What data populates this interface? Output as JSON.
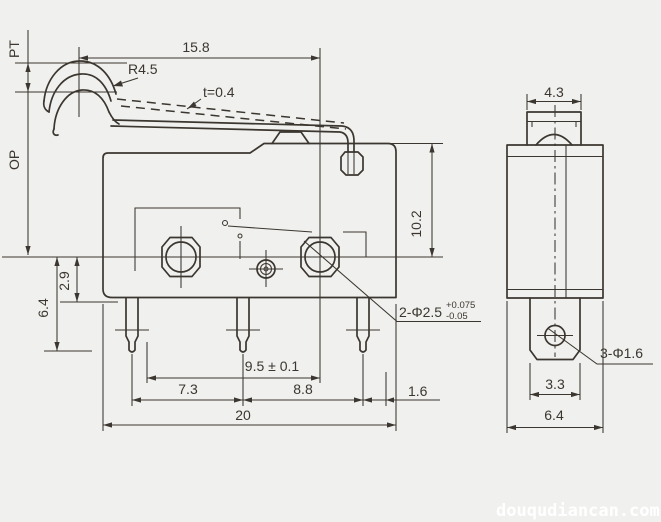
{
  "colors": {
    "background": "#f0f0ee",
    "line": "#3b362f",
    "watermark_text": "#ffffff"
  },
  "watermark": {
    "text": "douqudiancan.com"
  },
  "side_view": {
    "pt_label": "PT",
    "op_label": "OP",
    "lever_length": "15.8",
    "lever_radius": "R4.5",
    "lever_thickness": "t=0.4",
    "height_to_center": "10.2",
    "terminal_root_depth": "2.9",
    "terminal_depth": "6.4",
    "mounting_hole_pitch": "9.5 ± 0.1",
    "pin_spacing_left": "7.3",
    "pin_spacing_right": "8.8",
    "pin_edge_offset": "1.6",
    "body_width": "20",
    "mounting_hole_note": "2-Φ2.5",
    "mounting_hole_tol_plus": "+0.075",
    "mounting_hole_tol_minus": "-0.05"
  },
  "front_view": {
    "plunger_width": "4.3",
    "terminal_hole_note": "3-Φ1.6",
    "terminal_width": "3.3",
    "body_depth": "6.4"
  }
}
